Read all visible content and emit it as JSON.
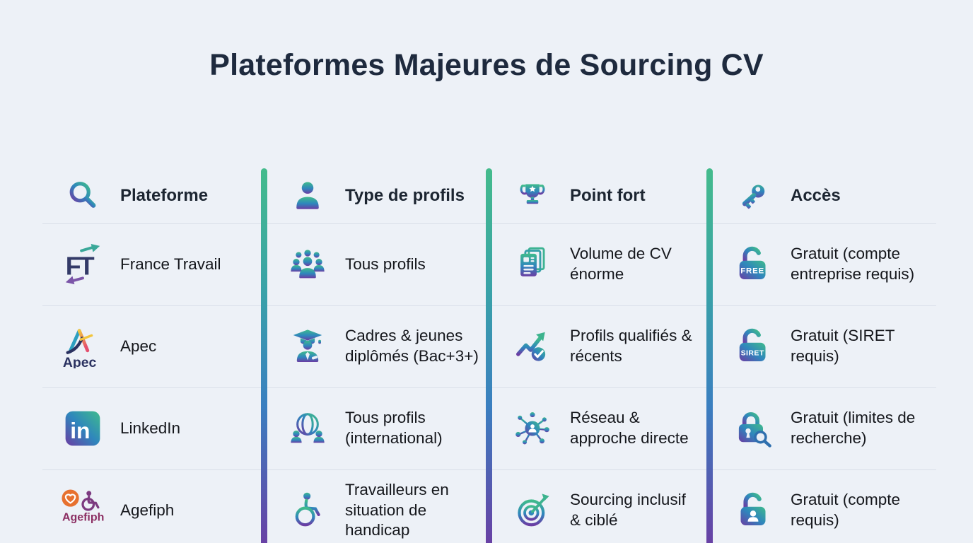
{
  "title": "Plateformes Majeures de Sourcing CV",
  "colors": {
    "background": "#edf1f7",
    "title_text": "#1e2a3e",
    "body_text": "#15171c",
    "icon_gradient_start": "#3fbb8c",
    "icon_gradient_mid": "#2f86bd",
    "icon_gradient_end": "#6b3da3",
    "separator_line": "#d9dfe9",
    "agefiph_orange": "#e7712f",
    "agefiph_purple": "#8c2f63",
    "ft_navy": "#333a68",
    "apec_navy": "#2a3160"
  },
  "table": {
    "headers": [
      {
        "label": "Plateforme",
        "icon": "search-icon"
      },
      {
        "label": "Type de profils",
        "icon": "person-icon"
      },
      {
        "label": "Point fort",
        "icon": "trophy-icon"
      },
      {
        "label": "Accès",
        "icon": "key-icon"
      }
    ],
    "rows": [
      {
        "platform": {
          "name": "France Travail",
          "logo": "france-travail-logo",
          "logo_text": "FT"
        },
        "profils": {
          "icon": "people-group-icon",
          "text": "Tous profils"
        },
        "point_fort": {
          "icon": "cv-stack-icon",
          "text": "Volume de CV énorme"
        },
        "acces": {
          "icon": "open-lock-free-icon",
          "badge": "FREE",
          "text": "Gratuit (compte entreprise requis)"
        }
      },
      {
        "platform": {
          "name": "Apec",
          "logo": "apec-logo",
          "logo_text": "Apec"
        },
        "profils": {
          "icon": "graduate-icon",
          "text": "Cadres & jeunes diplômés (Bac+3+)"
        },
        "point_fort": {
          "icon": "trending-up-check-icon",
          "text": "Profils qualifiés & récents"
        },
        "acces": {
          "icon": "open-lock-siret-icon",
          "badge": "SIRET",
          "text": "Gratuit (SIRET requis)"
        }
      },
      {
        "platform": {
          "name": "LinkedIn",
          "logo": "linkedin-logo",
          "logo_text": "in"
        },
        "profils": {
          "icon": "globe-people-icon",
          "text": "Tous profils (international)"
        },
        "point_fort": {
          "icon": "network-icon",
          "text": "Réseau & approche directe"
        },
        "acces": {
          "icon": "lock-search-icon",
          "text": "Gratuit (limites de recherche)"
        }
      },
      {
        "platform": {
          "name": "Agefiph",
          "logo": "agefiph-logo",
          "logo_text": "Agefiph"
        },
        "profils": {
          "icon": "wheelchair-icon",
          "text": "Travailleurs en situation de handicap"
        },
        "point_fort": {
          "icon": "target-icon",
          "text": "Sourcing inclusif & ciblé"
        },
        "acces": {
          "icon": "open-lock-user-icon",
          "text": "Gratuit (compte requis)"
        }
      }
    ]
  }
}
